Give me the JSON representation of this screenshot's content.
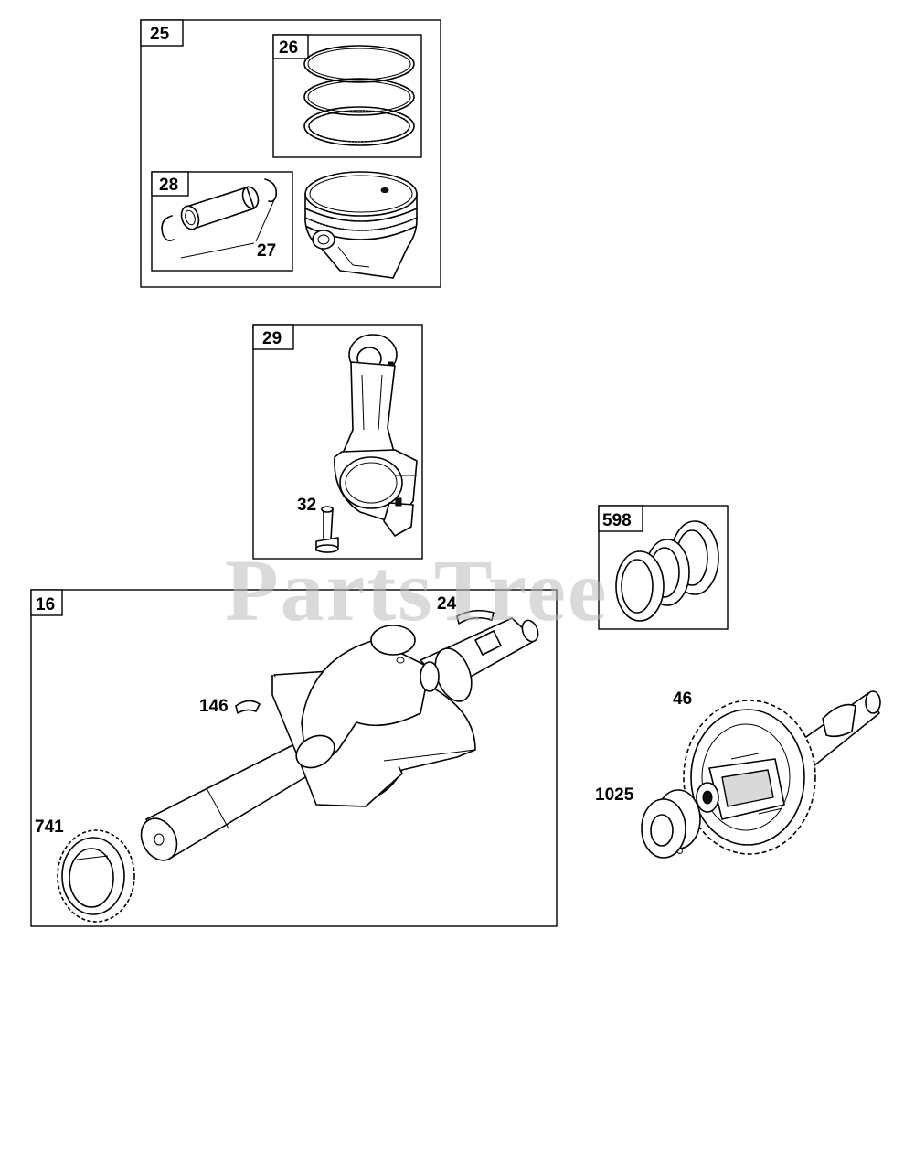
{
  "watermark": "PartsTree",
  "labels": {
    "p25": "25",
    "p26": "26",
    "p27": "27",
    "p28": "28",
    "p29": "29",
    "p32": "32",
    "p16": "16",
    "p24": "24",
    "p146": "146",
    "p741": "741",
    "p598": "598",
    "p46": "46",
    "p1025": "1025"
  }
}
